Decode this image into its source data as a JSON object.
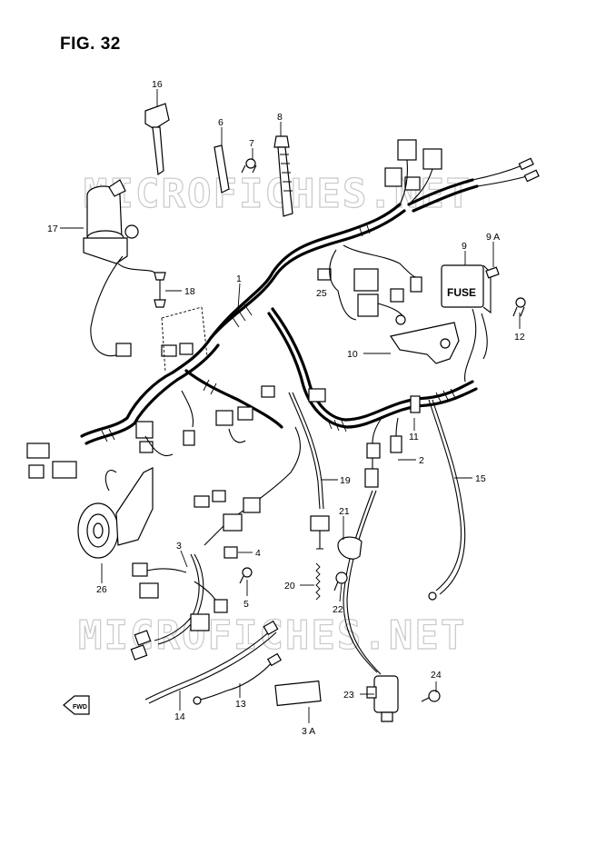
{
  "figure": {
    "title": "FIG. 32"
  },
  "watermarks": [
    "MICROFICHES.NET",
    "MICROFICHES.NET"
  ],
  "front_marker": "FWD",
  "fuse_box_text": "FUSE",
  "callouts": [
    {
      "id": "c16",
      "label": "16"
    },
    {
      "id": "c6",
      "label": "6"
    },
    {
      "id": "c7",
      "label": "7"
    },
    {
      "id": "c8",
      "label": "8"
    },
    {
      "id": "c17",
      "label": "17"
    },
    {
      "id": "c18",
      "label": "18"
    },
    {
      "id": "c1",
      "label": "1"
    },
    {
      "id": "c25",
      "label": "25"
    },
    {
      "id": "c9",
      "label": "9"
    },
    {
      "id": "c9a",
      "label": "9 A"
    },
    {
      "id": "c12",
      "label": "12"
    },
    {
      "id": "c10",
      "label": "10"
    },
    {
      "id": "c11",
      "label": "11"
    },
    {
      "id": "c2",
      "label": "2"
    },
    {
      "id": "c19",
      "label": "19"
    },
    {
      "id": "c15",
      "label": "15"
    },
    {
      "id": "c21",
      "label": "21"
    },
    {
      "id": "c3",
      "label": "3"
    },
    {
      "id": "c4",
      "label": "4"
    },
    {
      "id": "c5",
      "label": "5"
    },
    {
      "id": "c20",
      "label": "20"
    },
    {
      "id": "c22",
      "label": "22"
    },
    {
      "id": "c26",
      "label": "26"
    },
    {
      "id": "c14",
      "label": "14"
    },
    {
      "id": "c13",
      "label": "13"
    },
    {
      "id": "c3a",
      "label": "3 A"
    },
    {
      "id": "c23",
      "label": "23"
    },
    {
      "id": "c24",
      "label": "24"
    }
  ]
}
